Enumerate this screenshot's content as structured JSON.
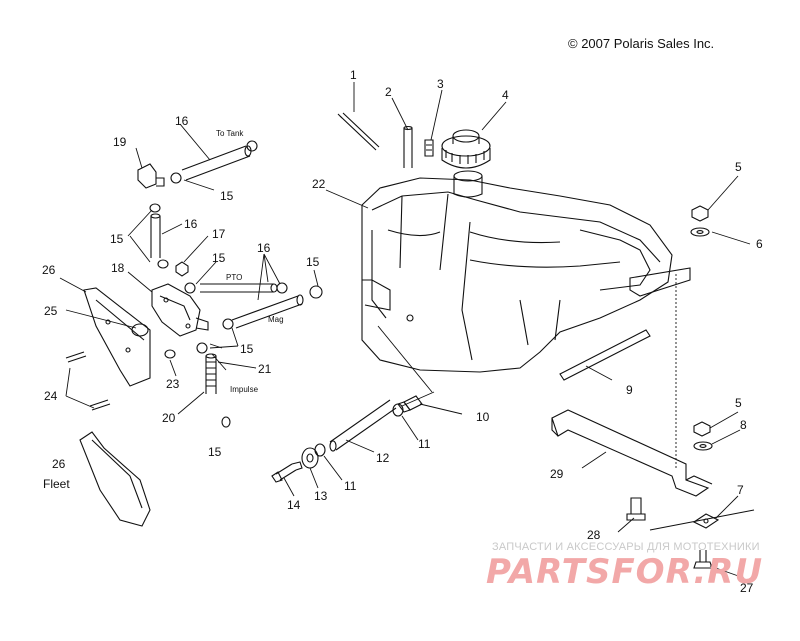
{
  "copyright": "© 2007 Polaris Sales Inc.",
  "watermark": {
    "tagline": "ЗАПЧАСТИ И АКСЕССУАРЫ ДЛЯ МОТОТЕХНИКИ",
    "logo": "PARTSFOR.RU"
  },
  "callouts": [
    "1",
    "2",
    "3",
    "4",
    "5",
    "6",
    "7",
    "8",
    "9",
    "10",
    "11",
    "12",
    "13",
    "14",
    "15",
    "16",
    "17",
    "18",
    "19",
    "20",
    "21",
    "22",
    "23",
    "24",
    "25",
    "26",
    "27",
    "28",
    "29"
  ],
  "text_labels": {
    "to_tank": "To Tank",
    "pto": "PTO",
    "mag": "Mag",
    "impulse": "Impulse",
    "fleet": "Fleet"
  }
}
